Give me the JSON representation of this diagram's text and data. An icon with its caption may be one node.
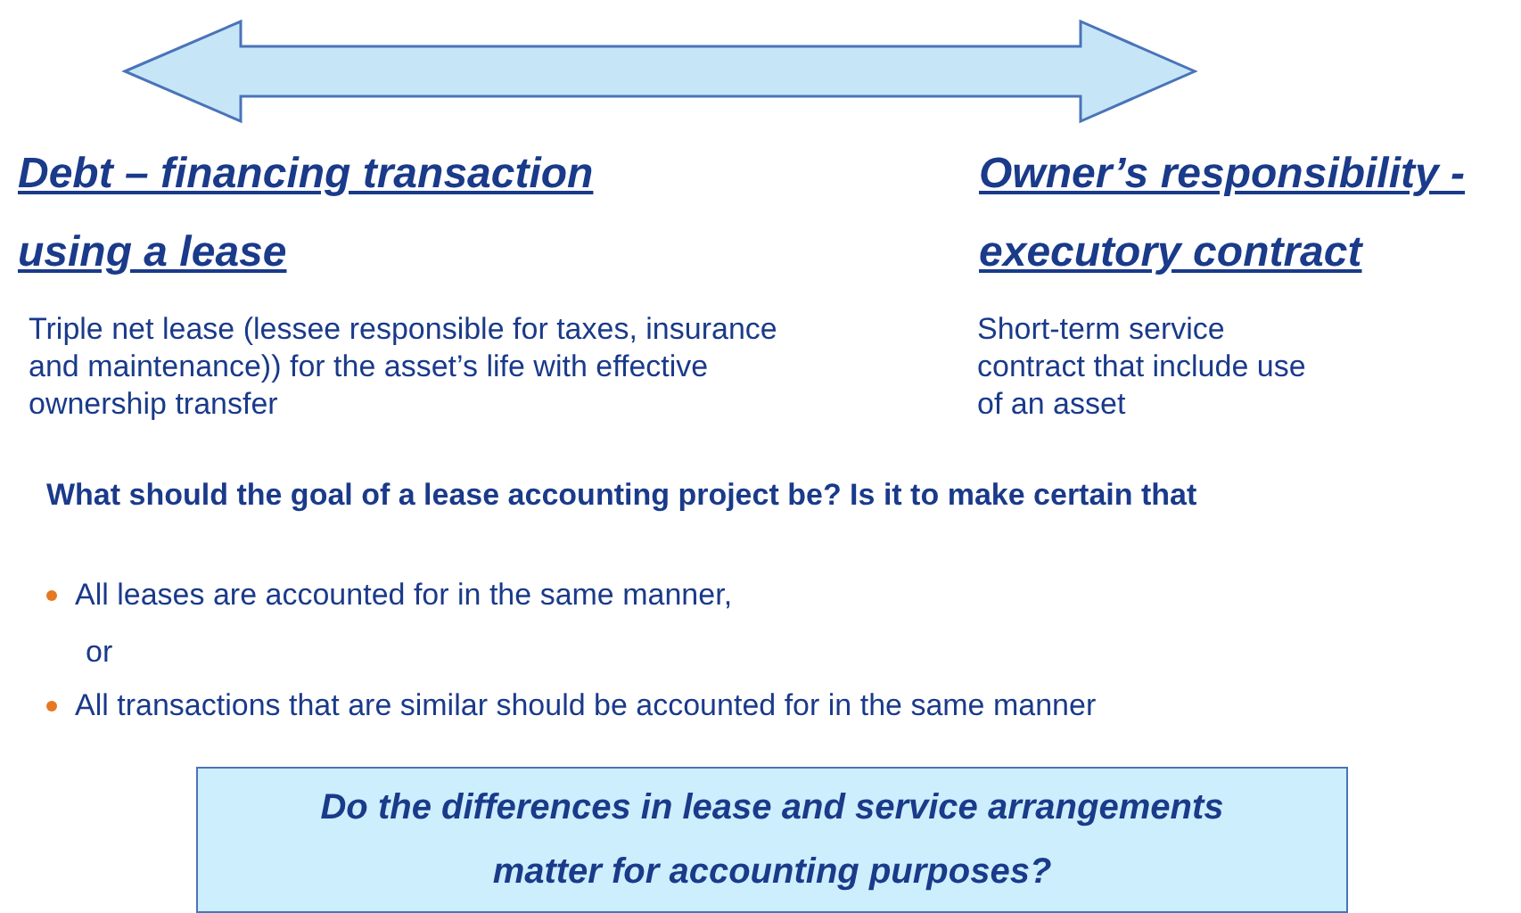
{
  "diagram": {
    "nodes": [
      {
        "text": [
          "Do the differences in lease and service arrangements matter for accounting purposes?"
        ]
      }
    ],
    "edges": [],
    "labels": [
      "Debt – financing transaction using a lease",
      "Owner’s responsibility - executory contract",
      "Triple net lease (lessee responsible for taxes, insurance and maintenance)) for the asset’s life with effective ownership transfer",
      "Short-term service contract that include use of an asset",
      "What should the goal of a lease accounting project be?  Is it to make certain that",
      "All leases are accounted for in the same manner,",
      "or",
      "All transactions that are similar should be accounted for in the same manner"
    ]
  }
}
